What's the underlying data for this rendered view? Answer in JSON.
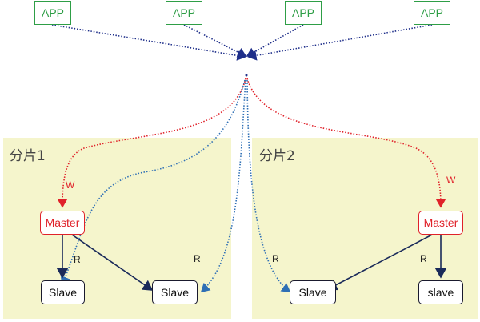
{
  "apps": [
    "APP",
    "APP",
    "APP",
    "APP"
  ],
  "shards": [
    {
      "label": "分片1",
      "master": "Master",
      "slaves": [
        "Slave",
        "Slave"
      ]
    },
    {
      "label": "分片2",
      "master": "Master",
      "slaves": [
        "Slave",
        "slave"
      ]
    }
  ],
  "edge_labels": {
    "write": "W",
    "read": "R"
  },
  "colors": {
    "app_border": "#2e9e46",
    "write_path": "#e0222a",
    "read_path": "#2e6fb5",
    "app_path": "#1f2f8a",
    "replication": "#1a2a5a",
    "shard_bg": "#f5f5cc"
  }
}
